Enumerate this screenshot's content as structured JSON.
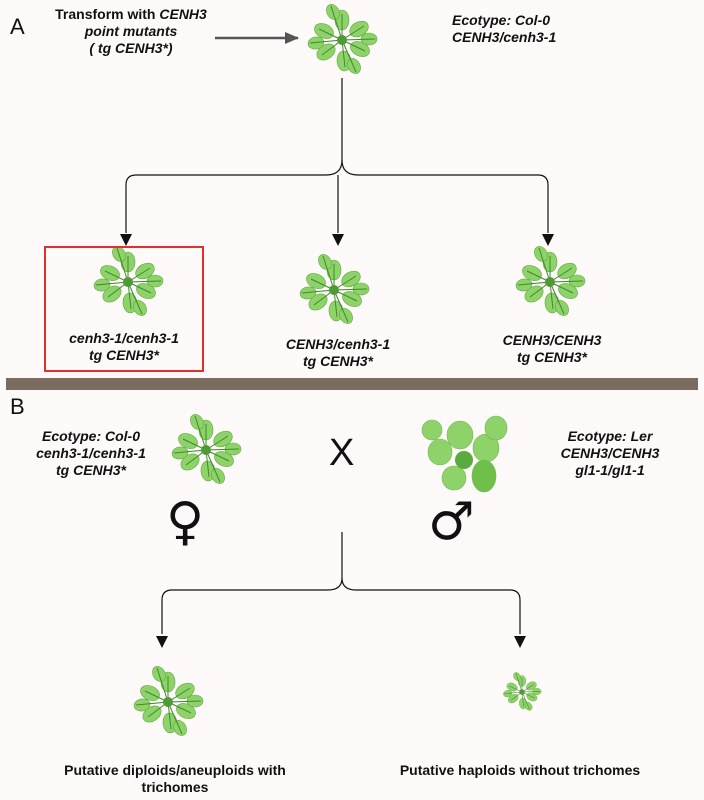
{
  "panel_a": {
    "letter": "A",
    "transform_text": [
      "Transform with ",
      "CENH3",
      "point mutants",
      "( tg CENH3*)"
    ],
    "parent_label": [
      "Ecotype: Col-0",
      "CENH3/cenh3-1"
    ],
    "offspring": [
      {
        "genotype": "cenh3-1/cenh3-1",
        "transgene": "tg CENH3*",
        "highlighted": true
      },
      {
        "genotype": "CENH3/cenh3-1",
        "transgene": "tg CENH3*",
        "highlighted": false
      },
      {
        "genotype": "CENH3/CENH3",
        "transgene": "tg CENH3*",
        "highlighted": false
      }
    ]
  },
  "panel_b": {
    "letter": "B",
    "female_label": [
      "Ecotype: Col-0",
      "cenh3-1/cenh3-1",
      "tg CENH3*"
    ],
    "cross_symbol": "X",
    "male_label": [
      "Ecotype: Ler",
      "CENH3/CENH3",
      "gl1-1/gl1-1"
    ],
    "female_symbol": "♀",
    "male_symbol": "♂",
    "outcome_left": [
      "Putative diploids/aneuploids with",
      "trichomes"
    ],
    "outcome_right": [
      "Putative haploids without trichomes"
    ]
  },
  "colors": {
    "plant": "#8ed36a",
    "plant_dark": "#3f8a2c",
    "divider": "#7a6d60",
    "highlight": "#e0312e"
  }
}
